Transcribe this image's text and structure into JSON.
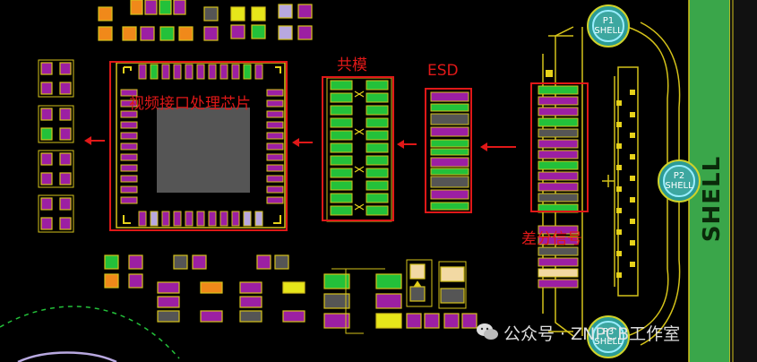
{
  "labels": {
    "chip": "视频接口处理芯片",
    "common_mode": "共模",
    "esd": "ESD",
    "diff_signal": "差分信号",
    "shell_vertical": "SHELL"
  },
  "vias": {
    "p1": {
      "name": "P1",
      "sub": "SHELL"
    },
    "p2": {
      "name": "P2",
      "sub": "SHELL"
    },
    "p3": {
      "name": "P3",
      "sub": "SHELL"
    }
  },
  "watermark": "公众号 · ZNPCB工作室",
  "colors": {
    "background": "#000000",
    "copper_green": "#23c13a",
    "pad_purple": "#9c1fa3",
    "outline_yellow": "#d4c21a",
    "annotation_red": "#e01818",
    "shell_strip": "#3aa64a"
  }
}
